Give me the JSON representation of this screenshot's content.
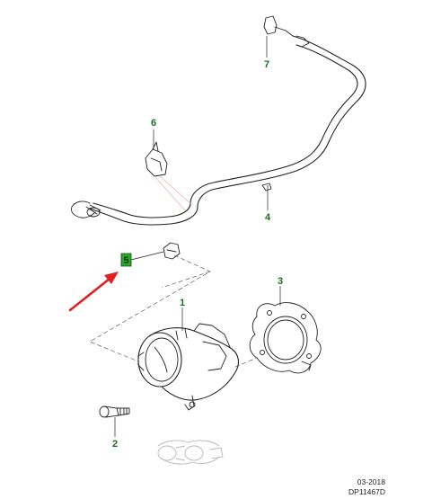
{
  "callouts": [
    {
      "id": "1",
      "label": "1"
    },
    {
      "id": "2",
      "label": "2"
    },
    {
      "id": "3",
      "label": "3"
    },
    {
      "id": "4",
      "label": "4"
    },
    {
      "id": "5",
      "label": "5",
      "highlighted": true
    },
    {
      "id": "6",
      "label": "6"
    },
    {
      "id": "7",
      "label": "7"
    }
  ],
  "footer": {
    "date": "03-2018",
    "code": "DP11467D"
  },
  "colors": {
    "callout_text": "#1e6b1e",
    "highlight_fill": "#2fa52f",
    "arrow": "#e02020",
    "line": "#222222"
  },
  "icons": [
    "red-arrow-pointer"
  ]
}
